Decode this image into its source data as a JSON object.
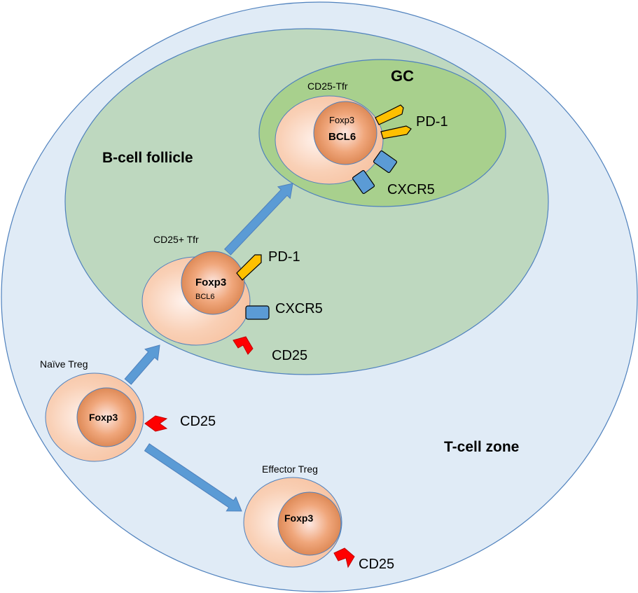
{
  "regions": {
    "t_cell_zone": "T-cell zone",
    "b_cell_follicle": "B-cell follicle",
    "gc": "GC"
  },
  "cells": {
    "naive_treg": {
      "label": "Naïve Treg",
      "nucleus": "Foxp3",
      "marker_cd25": "CD25"
    },
    "effector_treg": {
      "label": "Effector Treg",
      "nucleus": "Foxp3",
      "marker_cd25": "CD25"
    },
    "cd25pos_tfr": {
      "label": "CD25+ Tfr",
      "nucleus_primary": "Foxp3",
      "nucleus_secondary": "BCL6",
      "marker_pd1": "PD-1",
      "marker_cxcr5": "CXCR5",
      "marker_cd25": "CD25"
    },
    "cd25neg_tfr": {
      "label": "CD25-Tfr",
      "nucleus_secondary": "Foxp3",
      "nucleus_primary": "BCL6",
      "marker_pd1": "PD-1",
      "marker_cxcr5": "CXCR5"
    }
  },
  "colors": {
    "t_cell_zone": "#e0ebf6",
    "follicle": "#bed8bf",
    "gc": "#a8d08d",
    "outline": "#4f81bd",
    "arrow": "#5b9bd5",
    "pd1": "#ffc000",
    "cxcr5": "#5b9bd5",
    "cd25": "#ff0000"
  }
}
